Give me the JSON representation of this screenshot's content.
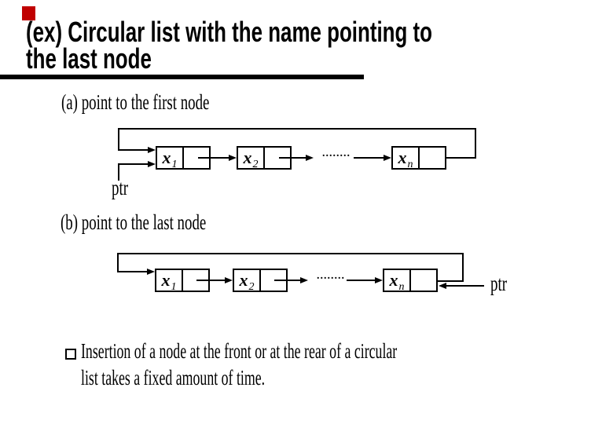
{
  "slide": {
    "accent_color": "#c00000",
    "title": {
      "lines": [
        "(ex) Circular list with the name pointing to",
        "the last node"
      ]
    },
    "sections": {
      "a": {
        "label": "(a) point to the first node",
        "ptr_label": "ptr",
        "dots": "........",
        "nodes": [
          {
            "base": "x",
            "sub": "1"
          },
          {
            "base": "x",
            "sub": "2"
          },
          {
            "base": "x",
            "sub": "n"
          }
        ]
      },
      "b": {
        "label": "(b) point to the last node",
        "ptr_label": "ptr",
        "dots": "........",
        "nodes": [
          {
            "base": "x",
            "sub": "1"
          },
          {
            "base": "x",
            "sub": "2"
          },
          {
            "base": "x",
            "sub": "n"
          }
        ]
      }
    },
    "bullet": {
      "icon": "hollow-square",
      "lines": [
        "Insertion of a node at the front or at the rear of a circular",
        "list takes a fixed amount of time."
      ]
    }
  }
}
